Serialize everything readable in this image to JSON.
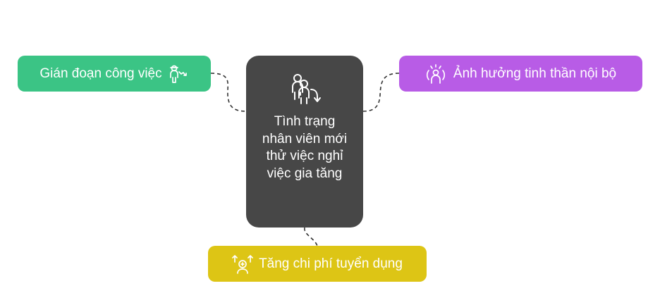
{
  "center_node": {
    "label": "Tình trạng nhân viên mới thử việc nghỉ việc gia tăng",
    "icon": "people-decline-icon"
  },
  "branches": {
    "left": {
      "label": "Gián đoạn công việc",
      "icon": "worker-decline-icon",
      "color": "#3bc485"
    },
    "right": {
      "label": "Ảnh hưởng tinh thần nội bộ",
      "icon": "stressed-person-icon",
      "color": "#b85ce6"
    },
    "bottom": {
      "label": "Tăng chi phí tuyển dụng",
      "icon": "hiring-cost-icon",
      "color": "#ddc515"
    }
  },
  "center_color": "#474747"
}
